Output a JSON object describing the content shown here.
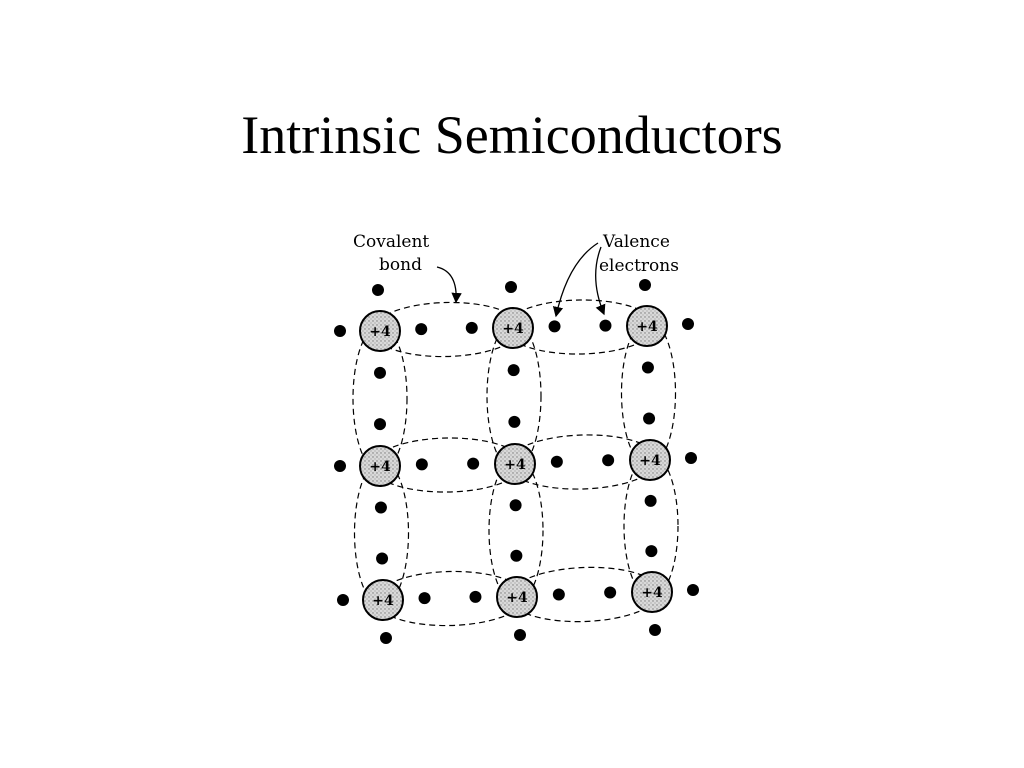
{
  "slide": {
    "title": "Intrinsic Semiconductors"
  },
  "diagram": {
    "labels": {
      "covalent_bond": [
        "Covalent",
        "bond"
      ],
      "valence_electrons": [
        "Valence",
        "electrons"
      ]
    },
    "atom_charge": "+4",
    "grid_rows": 3,
    "grid_cols": 3,
    "colors": {
      "ink": "#000000",
      "atom_fill": "#d9d9d9",
      "background": "#ffffff"
    }
  }
}
